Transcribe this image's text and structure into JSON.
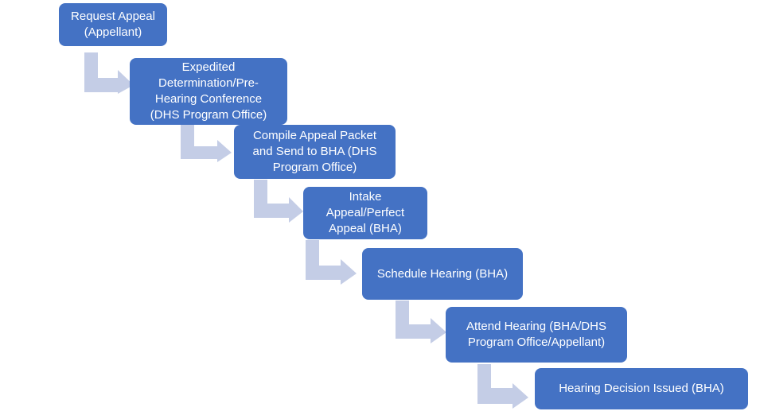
{
  "diagram": {
    "colors": {
      "box": "#4472c4",
      "box_text": "#ffffff",
      "connector": "#c4cde6"
    },
    "steps": [
      {
        "label": "Request Appeal\n(Appellant)"
      },
      {
        "label": "Expedited\nDetermination/Pre-\nHearing Conference\n(DHS Program Office)"
      },
      {
        "label": "Compile Appeal Packet\nand Send to BHA (DHS\nProgram Office)"
      },
      {
        "label": "Intake\nAppeal/Perfect\nAppeal (BHA)"
      },
      {
        "label": "Schedule Hearing (BHA)"
      },
      {
        "label": "Attend Hearing (BHA/DHS\nProgram Office/Appellant)"
      },
      {
        "label": "Hearing Decision Issued (BHA)"
      }
    ],
    "connector_icon": "bent-arrow-right-icon"
  }
}
